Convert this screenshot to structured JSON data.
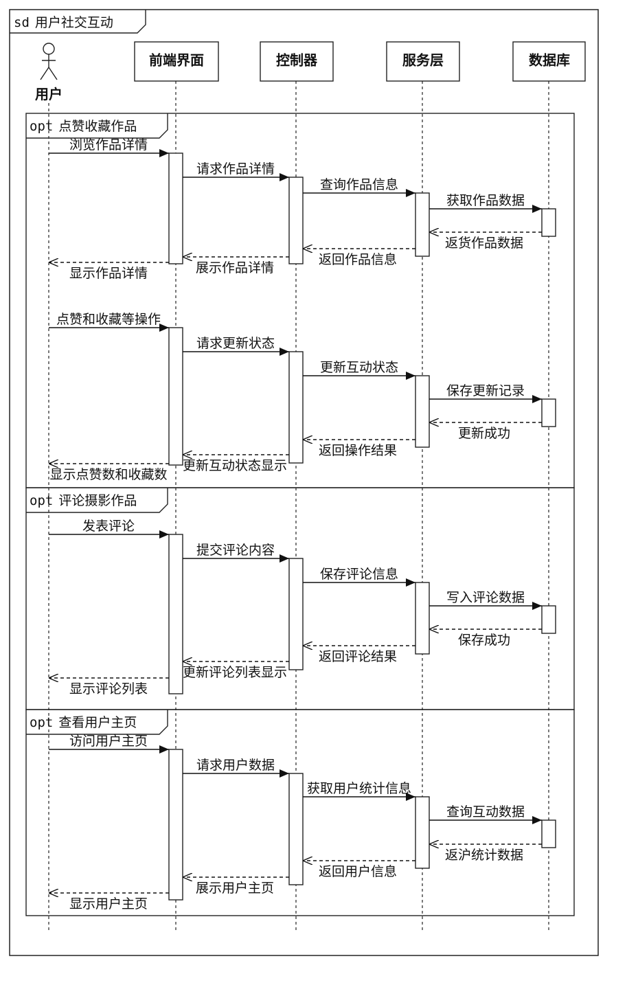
{
  "frame": {
    "keyword": "sd",
    "title": "用户社交互动"
  },
  "participants": [
    {
      "id": "user",
      "label": "用户",
      "kind": "actor"
    },
    {
      "id": "fe",
      "label": "前端界面",
      "kind": "box"
    },
    {
      "id": "ctrl",
      "label": "控制器",
      "kind": "box"
    },
    {
      "id": "svc",
      "label": "服务层",
      "kind": "box"
    },
    {
      "id": "db",
      "label": "数据库",
      "kind": "box"
    }
  ],
  "fragments": [
    {
      "keyword": "opt",
      "title": "点赞收藏作品",
      "messages": [
        {
          "from": "user",
          "to": "fe",
          "label": "浏览作品详情",
          "type": "sync"
        },
        {
          "from": "fe",
          "to": "ctrl",
          "label": "请求作品详情",
          "type": "sync"
        },
        {
          "from": "ctrl",
          "to": "svc",
          "label": "查询作品信息",
          "type": "sync"
        },
        {
          "from": "svc",
          "to": "db",
          "label": "获取作品数据",
          "type": "sync"
        },
        {
          "from": "db",
          "to": "svc",
          "label": "返货作品数据",
          "type": "return"
        },
        {
          "from": "svc",
          "to": "ctrl",
          "label": "返回作品信息",
          "type": "return"
        },
        {
          "from": "ctrl",
          "to": "fe",
          "label": "展示作品详情",
          "type": "return"
        },
        {
          "from": "fe",
          "to": "user",
          "label": "显示作品详情",
          "type": "return"
        },
        {
          "from": "user",
          "to": "fe",
          "label": "点赞和收藏等操作",
          "type": "sync"
        },
        {
          "from": "fe",
          "to": "ctrl",
          "label": "请求更新状态",
          "type": "sync"
        },
        {
          "from": "ctrl",
          "to": "svc",
          "label": "更新互动状态",
          "type": "sync"
        },
        {
          "from": "svc",
          "to": "db",
          "label": "保存更新记录",
          "type": "sync"
        },
        {
          "from": "db",
          "to": "svc",
          "label": "更新成功",
          "type": "return"
        },
        {
          "from": "svc",
          "to": "ctrl",
          "label": "返回操作结果",
          "type": "return"
        },
        {
          "from": "ctrl",
          "to": "fe",
          "label": "更新互动状态显示",
          "type": "return"
        },
        {
          "from": "fe",
          "to": "user",
          "label": "显示点赞数和收藏数",
          "type": "return"
        }
      ]
    },
    {
      "keyword": "opt",
      "title": "评论摄影作品",
      "messages": [
        {
          "from": "user",
          "to": "fe",
          "label": "发表评论",
          "type": "sync"
        },
        {
          "from": "fe",
          "to": "ctrl",
          "label": "提交评论内容",
          "type": "sync"
        },
        {
          "from": "ctrl",
          "to": "svc",
          "label": "保存评论信息",
          "type": "sync"
        },
        {
          "from": "svc",
          "to": "db",
          "label": "写入评论数据",
          "type": "sync"
        },
        {
          "from": "db",
          "to": "svc",
          "label": "保存成功",
          "type": "return"
        },
        {
          "from": "svc",
          "to": "ctrl",
          "label": "返回评论结果",
          "type": "return"
        },
        {
          "from": "ctrl",
          "to": "fe",
          "label": "更新评论列表显示",
          "type": "return"
        },
        {
          "from": "fe",
          "to": "user",
          "label": "显示评论列表",
          "type": "return"
        }
      ]
    },
    {
      "keyword": "opt",
      "title": "查看用户主页",
      "messages": [
        {
          "from": "user",
          "to": "fe",
          "label": "访问用户主页",
          "type": "sync"
        },
        {
          "from": "fe",
          "to": "ctrl",
          "label": "请求用户数据",
          "type": "sync"
        },
        {
          "from": "ctrl",
          "to": "svc",
          "label": "获取用户统计信息",
          "type": "sync"
        },
        {
          "from": "svc",
          "to": "db",
          "label": "查询互动数据",
          "type": "sync"
        },
        {
          "from": "db",
          "to": "svc",
          "label": "返沪统计数据",
          "type": "return"
        },
        {
          "from": "svc",
          "to": "ctrl",
          "label": "返回用户信息",
          "type": "return"
        },
        {
          "from": "ctrl",
          "to": "fe",
          "label": "展示用户主页",
          "type": "return"
        },
        {
          "from": "fe",
          "to": "user",
          "label": "显示用户主页",
          "type": "return"
        }
      ]
    }
  ]
}
